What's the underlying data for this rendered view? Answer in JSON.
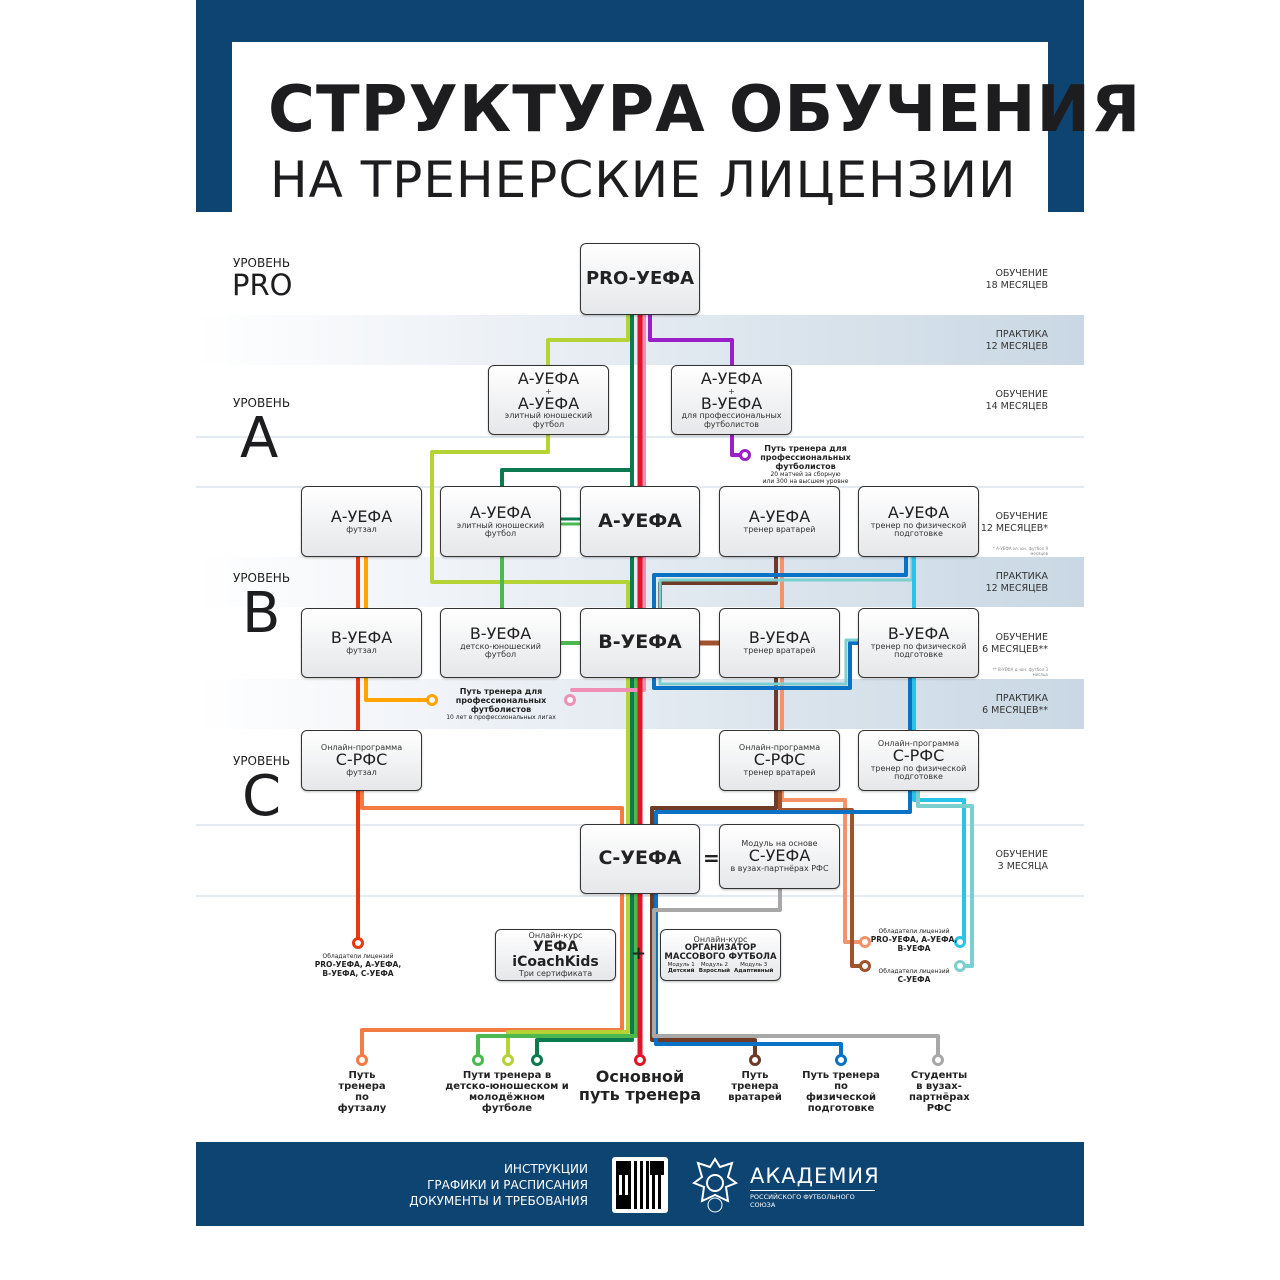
{
  "title": {
    "line1": "СТРУКТУРА ОБУЧЕНИЯ",
    "line2": "НА  ТРЕНЕРСКИЕ ЛИЦЕНЗИИ"
  },
  "levels": {
    "prefix": "УРОВЕНЬ",
    "pro": "PRO",
    "a": "A",
    "b": "B",
    "c": "C"
  },
  "side": [
    {
      "l1": "ОБУЧЕНИЕ",
      "l2": "18 МЕСЯЦЕВ"
    },
    {
      "l1": "ПРАКТИКА",
      "l2": "12 МЕСЯЦЕВ"
    },
    {
      "l1": "ОБУЧЕНИЕ",
      "l2": "14 МЕСЯЦЕВ"
    },
    {
      "l1": "ОБУЧЕНИЕ",
      "l2": "12 МЕСЯЦЕВ*"
    },
    {
      "l1": "ПРАКТИКА",
      "l2": "12 МЕСЯЦЕВ"
    },
    {
      "l1": "ОБУЧЕНИЕ",
      "l2": "6 МЕСЯЦЕВ**"
    },
    {
      "l1": "ПРАКТИКА",
      "l2": "6 МЕСЯЦЕВ**"
    },
    {
      "l1": "ОБУЧЕНИЕ",
      "l2": "3 МЕСЯЦА"
    }
  ],
  "footnotes": {
    "a": "* А-УЕФА эл. юн. футбол 9 месяцев",
    "b": "** В-УЕФА д.-юн. футбол 3 месяца"
  },
  "boxes": {
    "pro": "PRO-УЕФА",
    "aa": {
      "t1": "А-УЕФА",
      "plus": "+",
      "t2": "А-УЕФА",
      "s": "элитный юношеский футбол"
    },
    "ab": {
      "t1": "А-УЕФА",
      "plus": "+",
      "t2": "В-УЕФА",
      "s": "для профессиональных футболистов"
    },
    "a_futsal": {
      "t": "А-УЕФА",
      "s": "футзал"
    },
    "a_youth": {
      "t": "А-УЕФА",
      "s": "элитный юношеский футбол"
    },
    "a_main": "А-УЕФА",
    "a_gk": {
      "t": "А-УЕФА",
      "s": "тренер вратарей"
    },
    "a_phys": {
      "t": "А-УЕФА",
      "s": "тренер по физической подготовке"
    },
    "b_futsal": {
      "t": "В-УЕФА",
      "s": "футзал"
    },
    "b_youth": {
      "t": "В-УЕФА",
      "s": "детско-юношеский футбол"
    },
    "b_main": "В-УЕФА",
    "b_gk": {
      "t": "В-УЕФА",
      "s": "тренер вратарей"
    },
    "b_phys": {
      "t": "В-УЕФА",
      "s": "тренер по физической подготовке"
    },
    "c_futsal": {
      "pre": "Онлайн-программа",
      "t": "С-РФС",
      "s": "футзал"
    },
    "c_gk": {
      "pre": "Онлайн-программа",
      "t": "С-РФС",
      "s": "тренер вратарей"
    },
    "c_phys": {
      "pre": "Онлайн-программа",
      "t": "С-РФС",
      "s": "тренер по физической подготовке"
    },
    "c_main": "С-УЕФА",
    "equals": "=",
    "module": {
      "pre": "Модуль на основе",
      "t": "С-УЕФА",
      "s": "в вузах-партнёрах РФС"
    },
    "icoach": {
      "pre": "Онлайн-курс",
      "t1": "УЕФА",
      "t2": "iCoachKids",
      "s": "Три сертификата"
    },
    "plus": "+",
    "organizer": {
      "pre": "Онлайн-курс",
      "t1": "ОРГАНИЗАТОР",
      "t2": "МАССОВОГО ФУТБОЛА",
      "m1": "Модуль 1",
      "m2": "Модуль 2",
      "m3": "Модуль 3",
      "d1": "Детский",
      "d2": "Взрослый",
      "d3": "Адаптивный"
    }
  },
  "notes": {
    "pro_players_a": {
      "t": "Путь тренера для профессиональных футболистов",
      "s1": "20 матчей за сборную",
      "s2": "или 300 на высшем уровне"
    },
    "pro_players_b": {
      "t": "Путь тренера для профессиональных футболистов",
      "s": "10 лет в профессиональных лигах"
    },
    "holders_all": {
      "pre": "Обладатели лицензий",
      "t": "PRO-УЕФА, А-УЕФА, В-УЕФА, С-УЕФА"
    },
    "holders_pab": {
      "pre": "Обладатели лицензий",
      "t": "PRO-УЕФА, А-УЕФА, В-УЕФА"
    },
    "holders_c": {
      "pre": "Обладатели лицензий",
      "t": "С-УЕФА"
    }
  },
  "endpoints": {
    "futsal": "Путь тренера по футзалу",
    "youth": "Пути тренера в детско-юношеском и молодёжном футболе",
    "main": "Основной путь тренера",
    "gk": "Путь тренера вратарей",
    "phys": "Путь тренера по физической подготовке",
    "students": "Студенты в вузах-партнёрах РФС"
  },
  "footer": {
    "l1": "ИНСТРУКЦИИ",
    "l2": "ГРАФИКИ И РАСПИСАНИЯ",
    "l3": "ДОКУМЕНТЫ И ТРЕБОВАНИЯ",
    "brand": "АКАДЕМИЯ",
    "brand_sub": "РОССИЙСКОГО ФУТБОЛЬНОГО СОЮЗА"
  },
  "colors": {
    "navy": "#0d4472",
    "lime": "#b5d334",
    "dkgreen": "#0a7a4f",
    "green": "#4cb84f",
    "red": "#e0142a",
    "pink": "#f08fb5",
    "purple": "#9b1fc9",
    "orange": "#f47b42",
    "redorange": "#e8380d",
    "amber": "#ffa400",
    "brown": "#6e3b26",
    "sienna": "#a0522d",
    "salmon": "#f4936a",
    "blue": "#0a72c4",
    "cyan": "#2ac4ea",
    "teal": "#7ccfcf",
    "gray": "#a8a8a8"
  }
}
